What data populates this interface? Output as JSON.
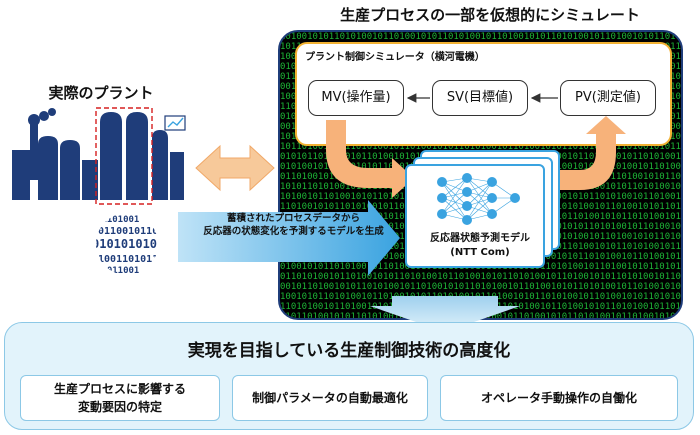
{
  "titles": {
    "simulation": "生産プロセスの一部を仮想的にシミュレート",
    "plant": "実際のプラント"
  },
  "simulator": {
    "label": "プラント制御シミュレータ（横河電機）",
    "mv": "MV(操作量)",
    "sv": "SV(目標値)",
    "pv": "PV(測定値)"
  },
  "model": {
    "line1": "反応器状態予測モデル",
    "line2": "(NTT Com)"
  },
  "data_arrow": {
    "line1": "蓄積されたプロセスデータから",
    "line2": "反応器の状態変化を予測するモデルを生成"
  },
  "binary_text": "10100101011010100101101001010110101001011010010101101010010110100101011010100101",
  "bottom": {
    "title": "実現を目指している生産制御技術の高度化",
    "items": [
      {
        "line1": "生産プロセスに影響する",
        "line2": "変動要因の特定"
      },
      {
        "line1": "制御パラメータの自動最適化",
        "line2": ""
      },
      {
        "line1": "オペレータ手動操作の自働化",
        "line2": ""
      }
    ]
  },
  "colors": {
    "plant_navy": "#1f3d7a",
    "binary_green": "#1fbf3a",
    "simulator_border": "#f2b233",
    "model_border": "#3aa3e0",
    "arrow_orange": "#f7b27a",
    "bottom_bg": "#e2f3fb"
  }
}
